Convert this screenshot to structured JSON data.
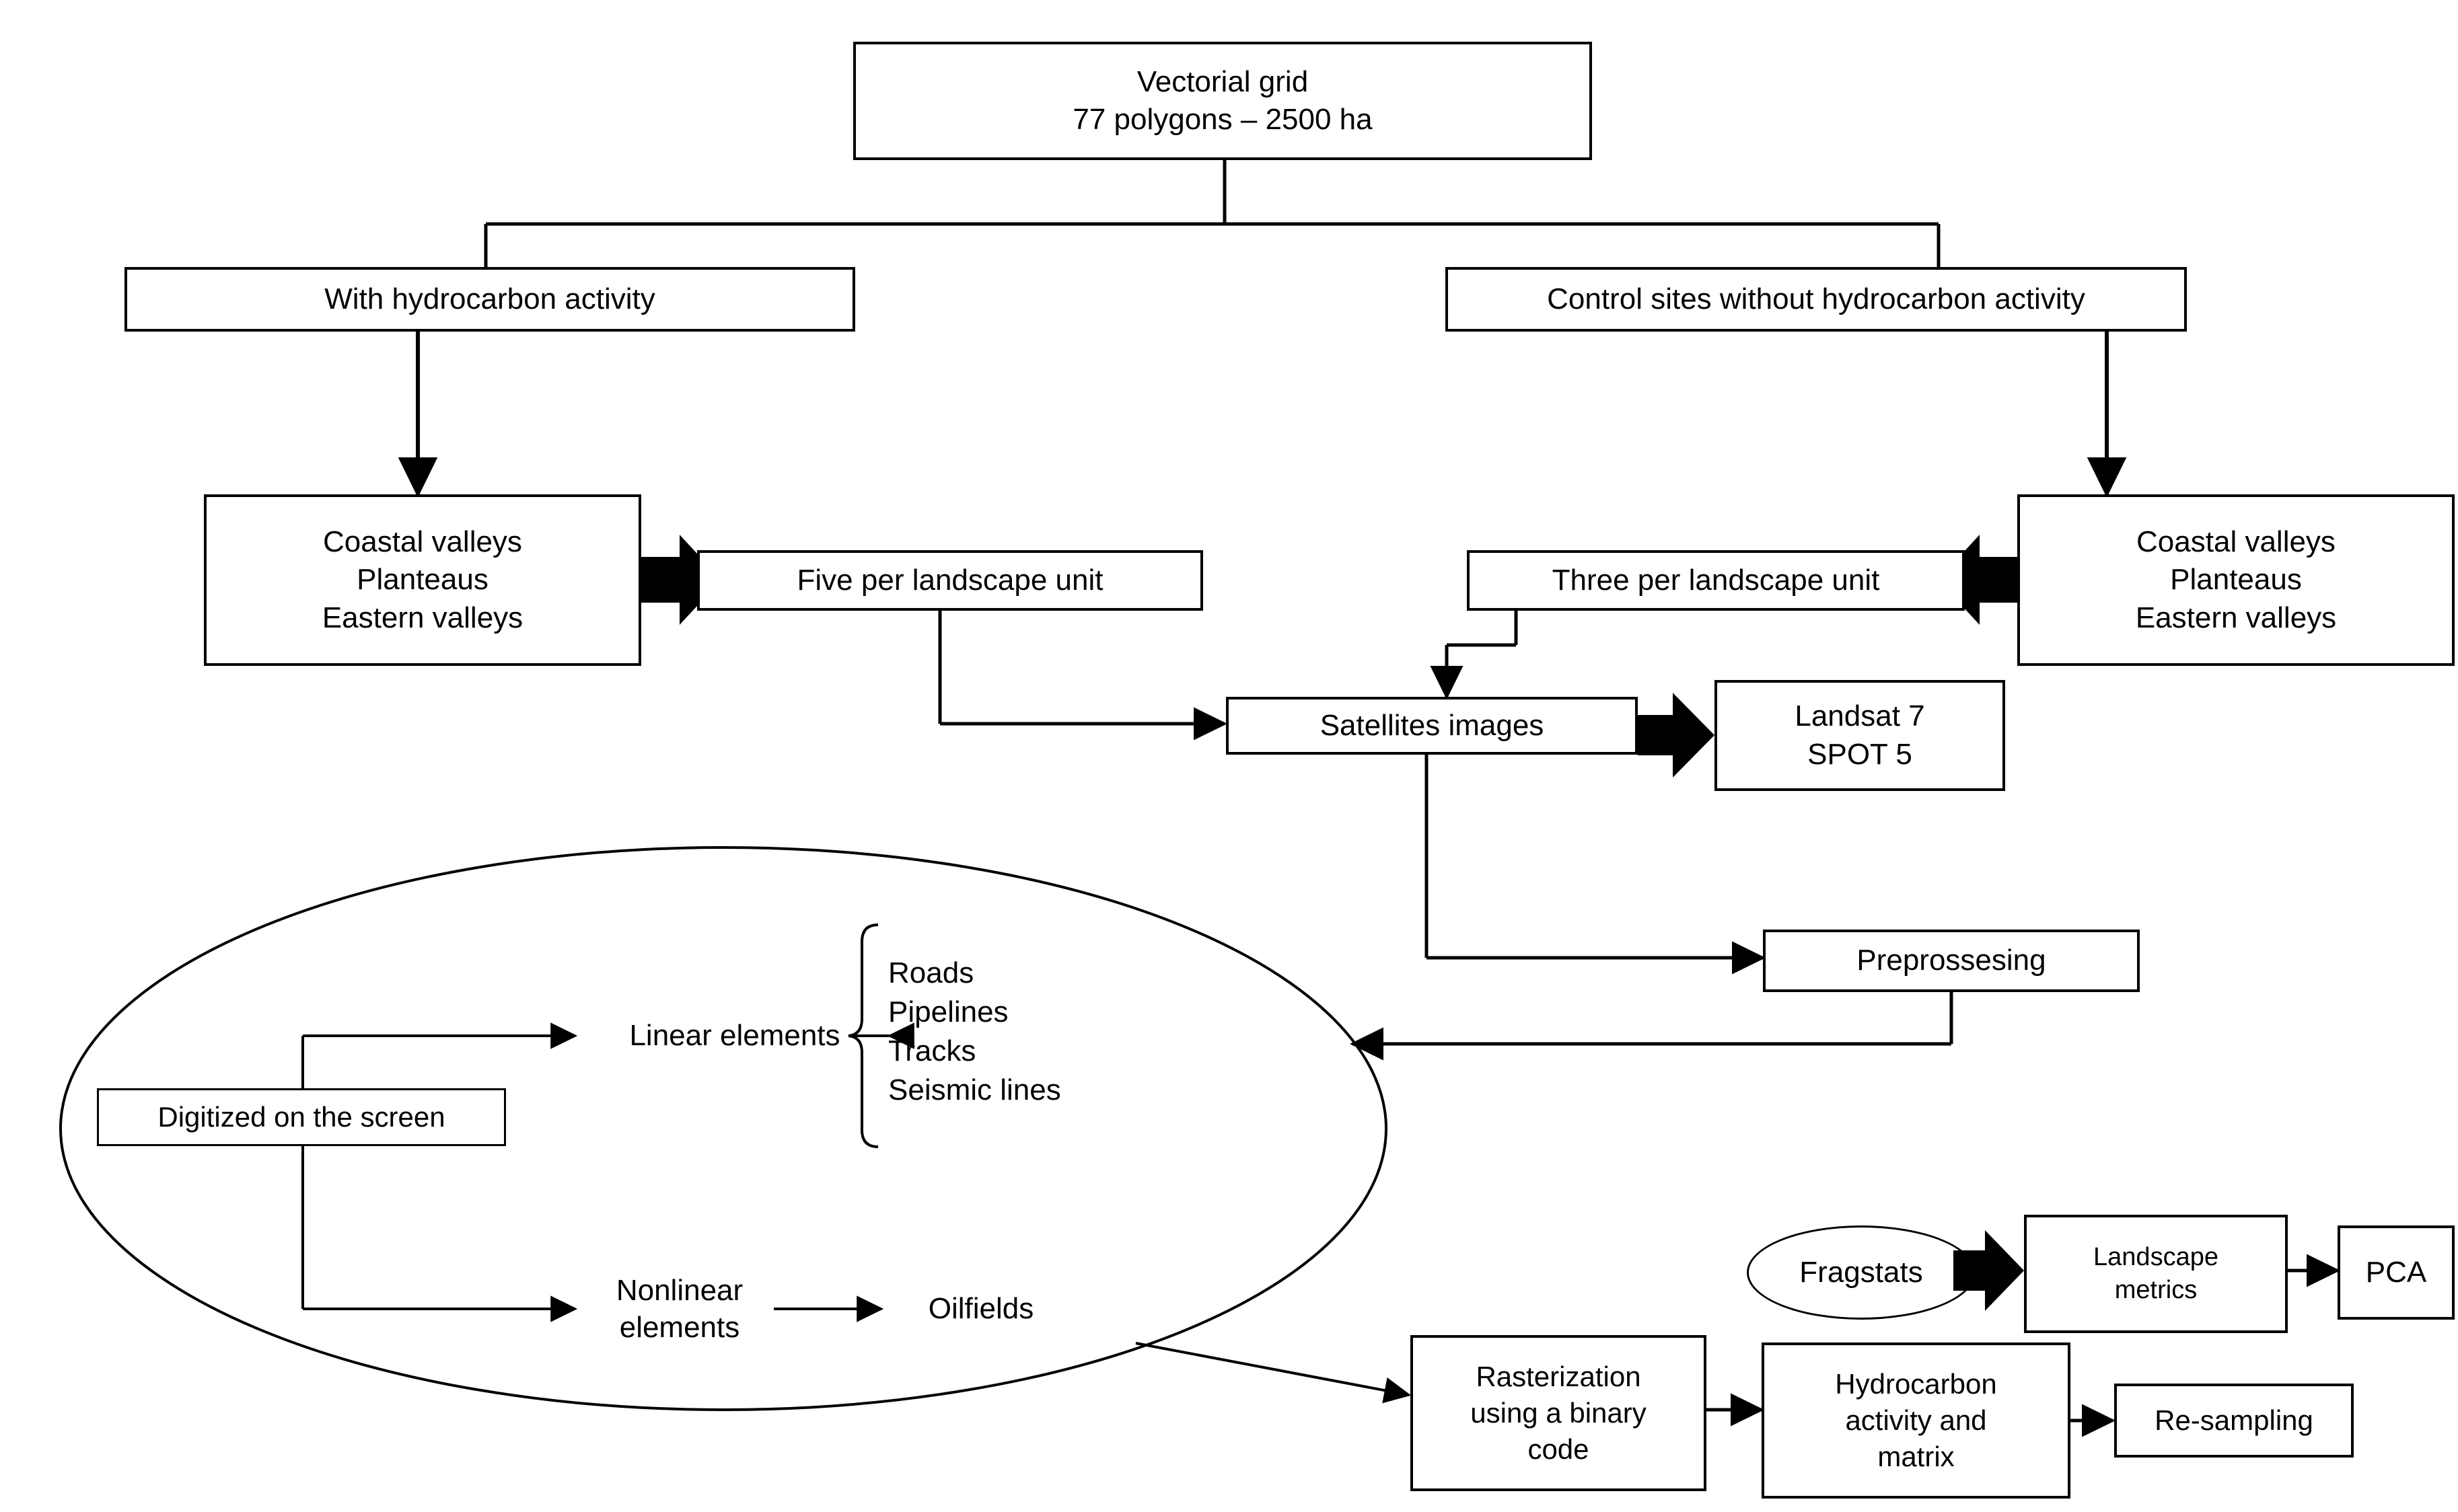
{
  "diagram": {
    "title_node": {
      "text": "Vectorial grid\n77 polygons – 2500 ha"
    },
    "branch_left": {
      "text": "With hydrocarbon activity"
    },
    "branch_right": {
      "text": "Control sites without hydrocarbon activity"
    },
    "landscape_units_left": {
      "text": "Coastal valleys\nPlanteaus\nEastern valleys"
    },
    "landscape_units_right": {
      "text": "Coastal valleys\nPlanteaus\nEastern valleys"
    },
    "sampling_left": {
      "text": "Five per landscape unit"
    },
    "sampling_right": {
      "text": "Three per landscape unit"
    },
    "satellites": {
      "text": "Satellites images"
    },
    "sensors": {
      "text": "Landsat 7\nSPOT 5"
    },
    "preprocessing": {
      "text": "Preprossesing"
    },
    "digitized": {
      "text": "Digitized on the screen"
    },
    "linear_elements": {
      "text": "Linear elements"
    },
    "linear_items": {
      "text": "Roads\nPipelines\nTracks\nSeismic lines"
    },
    "nonlinear_elements": {
      "text": "Nonlinear\nelements"
    },
    "oilfields": {
      "text": "Oilfields"
    },
    "fragstats": {
      "text": "Fragstats"
    },
    "landscape_metrics": {
      "text": "Landscape\nmetrics"
    },
    "pca": {
      "text": "PCA"
    },
    "rasterization": {
      "text": "Rasterization\nusing a binary\ncode"
    },
    "hydrocarbon_matrix": {
      "text": "Hydrocarbon\nactivity and\nmatrix"
    },
    "resampling": {
      "text": "Re-sampling"
    }
  },
  "style": {
    "stroke": "#000000",
    "fill": "#ffffff"
  }
}
